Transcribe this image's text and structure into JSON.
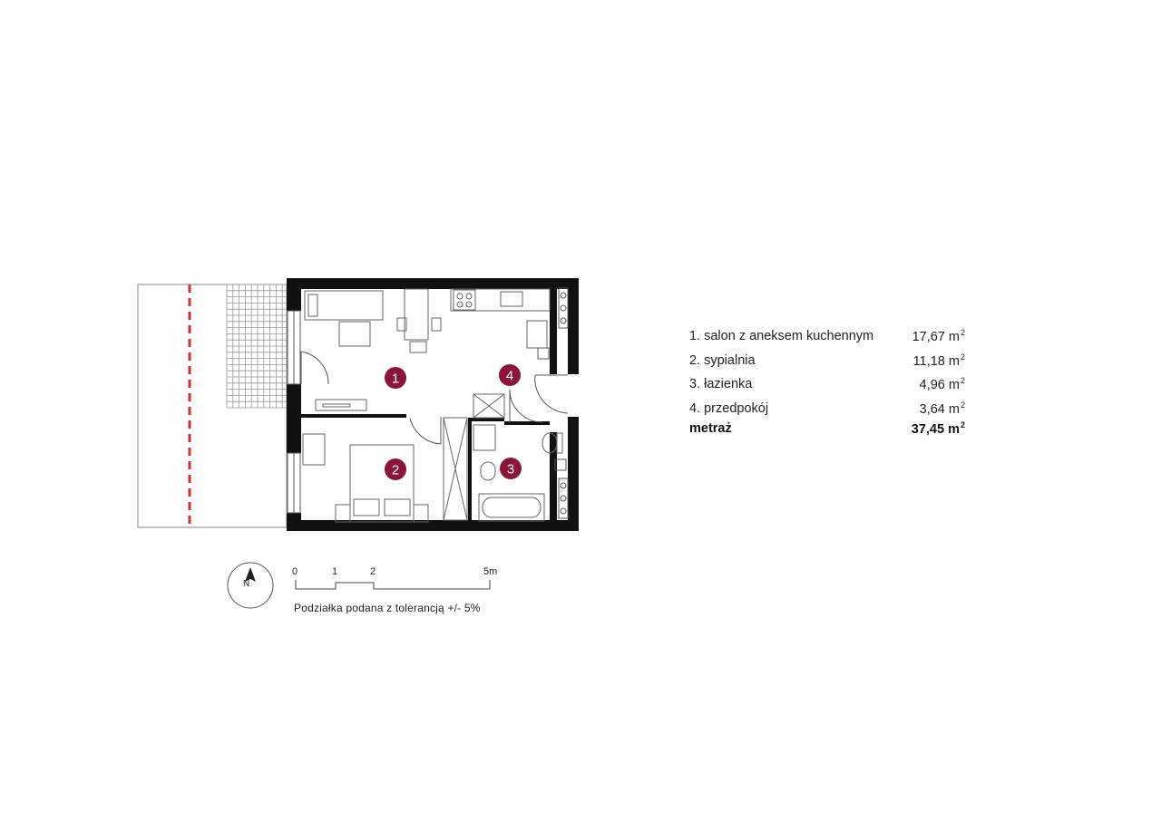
{
  "rooms": [
    {
      "number": "1",
      "name": "1. salon z aneksem kuchennym",
      "area": "17,67 m",
      "unit_exp": "2"
    },
    {
      "number": "2",
      "name": "2. sypialnia",
      "area": "11,18 m",
      "unit_exp": "2"
    },
    {
      "number": "3",
      "name": "3. łazienka",
      "area": "4,96 m",
      "unit_exp": "2"
    },
    {
      "number": "4",
      "name": "4. przedpokój",
      "area": "3,64 m",
      "unit_exp": "2"
    }
  ],
  "total": {
    "label": "metraż",
    "area": "37,45 m",
    "unit_exp": "2"
  },
  "scale": {
    "ticks": [
      "0",
      "1",
      "2",
      "5m"
    ],
    "note": "Podziałka podana z tolerancją +/- 5%"
  },
  "compass": {
    "label": "N"
  },
  "colors": {
    "badge": "#8a1538",
    "wall": "#111111",
    "boundary": "#d0302e",
    "line": "#555555"
  }
}
